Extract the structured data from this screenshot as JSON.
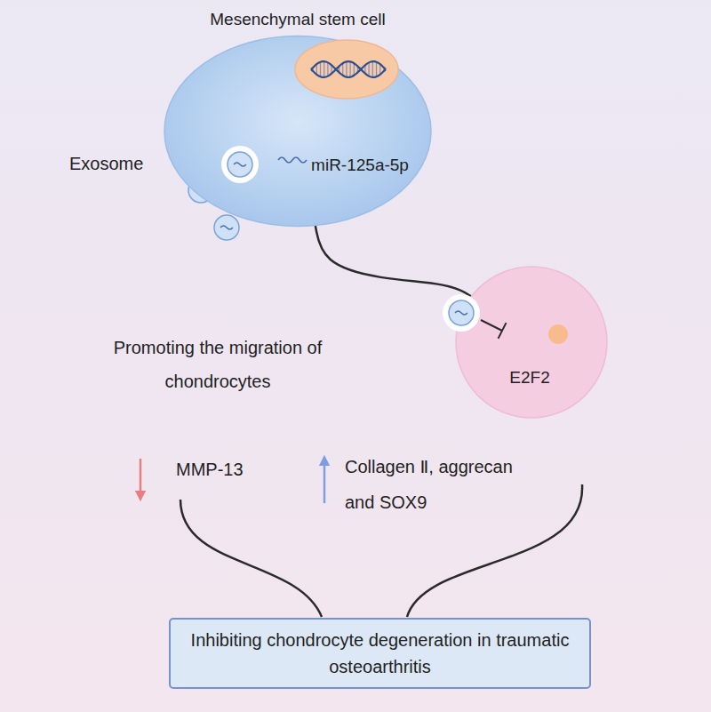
{
  "diagram": {
    "nodes": [
      {
        "text": [
          "Mesenchymal stem cell",
          "miR-125a-5p"
        ]
      },
      {
        "text": [
          "E2F2"
        ]
      },
      {
        "text": [
          "Inhibiting chondrocyte degeneration in traumatic osteoarthritis"
        ]
      }
    ],
    "edges": [
      {
        "from": 0,
        "to": 1,
        "arrow": "none"
      }
    ],
    "labels": [
      "Exosome",
      "Promoting the migration of chondrocytes",
      "MMP-13",
      "Collagen Ⅱ, aggrecan and SOX9"
    ]
  }
}
